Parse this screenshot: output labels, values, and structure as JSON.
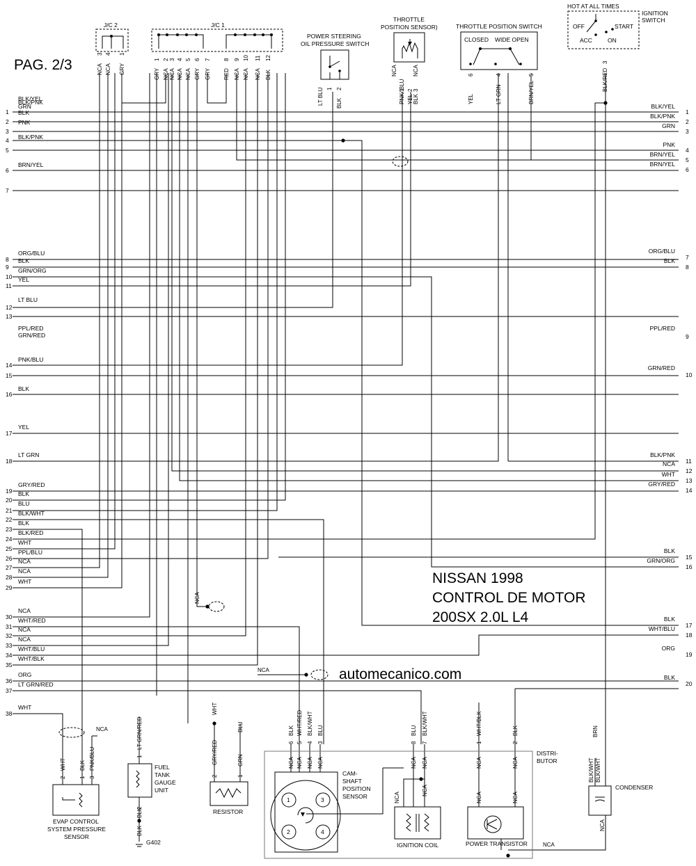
{
  "header": {
    "page_label": "PAG. 2/3",
    "title_lines": [
      "NISSAN 1998",
      "CONTROL DE MOTOR",
      "200SX 2.0L L4"
    ],
    "watermark": "automecanico.com"
  },
  "left_wires": [
    {
      "pin": "1",
      "color": "BLK/YEL"
    },
    {
      "pin": "2",
      "color": "BLK/PNK"
    },
    {
      "pin": "3",
      "color": "GRN"
    },
    {
      "pin": "4",
      "color": "BLK"
    },
    {
      "pin": "5",
      "color": "PNK"
    },
    {
      "pin": "6",
      "color": "BRN/YEL"
    },
    {
      "pin": "7",
      "color": "BLK/PNK"
    },
    {
      "pin": "8",
      "color": "ORG/BLU"
    },
    {
      "pin": "9",
      "color": "BLK"
    },
    {
      "pin": "10",
      "color": "GRN/ORG"
    },
    {
      "pin": "11",
      "color": "YEL"
    },
    {
      "pin": "12",
      "color": "LT BLU"
    },
    {
      "pin": "13",
      "color": "PPL/RED"
    },
    {
      "pin": "14",
      "color": "PNK/BLU"
    },
    {
      "pin": "15",
      "color": "GRN/RED"
    },
    {
      "pin": "16",
      "color": "BLK"
    },
    {
      "pin": "17",
      "color": "YEL"
    },
    {
      "pin": "18",
      "color": "LT GRN"
    },
    {
      "pin": "19",
      "color": "GRY/RED"
    },
    {
      "pin": "20",
      "color": "BLK"
    },
    {
      "pin": "21",
      "color": "BLU"
    },
    {
      "pin": "22",
      "color": "BLK/WHT"
    },
    {
      "pin": "23",
      "color": "BLK"
    },
    {
      "pin": "24",
      "color": "BLK/RED"
    },
    {
      "pin": "25",
      "color": "WHT"
    },
    {
      "pin": "26",
      "color": "PPL/BLU"
    },
    {
      "pin": "27",
      "color": "NCA"
    },
    {
      "pin": "28",
      "color": "NCA"
    },
    {
      "pin": "29",
      "color": "WHT"
    },
    {
      "pin": "30",
      "color": "NCA"
    },
    {
      "pin": "31",
      "color": "WHT/RED"
    },
    {
      "pin": "32",
      "color": "NCA"
    },
    {
      "pin": "33",
      "color": "NCA"
    },
    {
      "pin": "34",
      "color": "WHT/BLU"
    },
    {
      "pin": "35",
      "color": "WHT/BLK"
    },
    {
      "pin": "36",
      "color": "ORG"
    },
    {
      "pin": "37",
      "color": "LT GRN/RED"
    },
    {
      "pin": "38",
      "color": "WHT"
    }
  ],
  "right_wires": [
    {
      "pin": "1",
      "color": "BLK/YEL"
    },
    {
      "pin": "2",
      "color": "BLK/PNK"
    },
    {
      "pin": "3",
      "color": "GRN"
    },
    {
      "pin": "4",
      "color": "PNK"
    },
    {
      "pin": "5",
      "color": "BRN/YEL"
    },
    {
      "pin": "6",
      "color": "BRN/YEL"
    },
    {
      "pin": "7",
      "color": "ORG/BLU"
    },
    {
      "pin": "8",
      "color": "BLK"
    },
    {
      "pin": "9",
      "color": "PPL/RED"
    },
    {
      "pin": "10",
      "color": "GRN/RED"
    },
    {
      "pin": "11",
      "color": "BLK/PNK"
    },
    {
      "pin": "12",
      "color": "NCA"
    },
    {
      "pin": "13",
      "color": "WHT"
    },
    {
      "pin": "14",
      "color": "GRY/RED"
    },
    {
      "pin": "15",
      "color": "BLK"
    },
    {
      "pin": "16",
      "color": "GRN/ORG"
    },
    {
      "pin": "17",
      "color": "BLK"
    },
    {
      "pin": "18",
      "color": "WHT/BLU"
    },
    {
      "pin": "19",
      "color": "ORG"
    },
    {
      "pin": "20",
      "color": "BLK"
    }
  ],
  "components": {
    "jc2": "J/C 2",
    "jc1": "J/C 1",
    "power_steering": [
      "POWER STEERING",
      "OIL PRESSURE SWITCH"
    ],
    "tps_sensor": [
      "THROTTLE",
      "POSITION SENSOR)"
    ],
    "tps_switch": "THROTTLE POSITION SWITCH",
    "tps_closed": "CLOSED",
    "tps_wide": "WIDE OPEN",
    "hot": "HOT AT ALL TIMES",
    "ign": [
      "IGNITION",
      "SWITCH"
    ],
    "ign_off": "OFF",
    "ign_acc": "ACC",
    "ign_start": "START",
    "ign_on": "ON",
    "distributor": [
      "DISTRI-",
      "BUTOR"
    ],
    "cam": [
      "CAM-",
      "SHAFT",
      "POSITION",
      "SENSOR"
    ],
    "ign_coil": "IGNITION COIL",
    "power_transistor": "POWER TRANSISTOR",
    "condenser": "CONDENSER",
    "resistor": "RESISTOR",
    "fuel": [
      "FUEL",
      "TANK",
      "GAUGE",
      "UNIT"
    ],
    "evap": [
      "EVAP CONTROL",
      "SYSTEM PRESSURE",
      "SENSOR"
    ],
    "g402": "G402"
  },
  "connector_labels": {
    "jc2_pins": [
      {
        "pin": "3",
        "color": "NCA"
      },
      {
        "pin": "4",
        "color": "NCA"
      },
      {
        "pin": "1",
        "color": "GRY"
      }
    ],
    "jc1_pins": [
      {
        "pin": "1",
        "color": "GRY"
      },
      {
        "pin": "2",
        "color": "NCA"
      },
      {
        "pin": "3",
        "color": "NCA"
      },
      {
        "pin": "4",
        "color": "NCA"
      },
      {
        "pin": "5",
        "color": "NCA"
      },
      {
        "pin": "6",
        "color": "GRY"
      },
      {
        "pin": "7",
        "color": "GRY"
      },
      {
        "pin": "8",
        "color": "RED"
      },
      {
        "pin": "9",
        "color": "NCA"
      },
      {
        "pin": "10",
        "color": "NCA"
      },
      {
        "pin": "11",
        "color": "NCA"
      },
      {
        "pin": "12",
        "color": "BLK"
      }
    ],
    "ps_pins": [
      {
        "pin": "1",
        "color": "LT BLU"
      },
      {
        "pin": "2",
        "color": "BLK"
      }
    ],
    "tps_pins": [
      {
        "pin": "1",
        "color": "PNK/ BLU"
      },
      {
        "pin": "2",
        "color": "YEL"
      },
      {
        "pin": "3",
        "color": "BLK"
      }
    ],
    "tps_ncas": [
      "NCA",
      "NCA"
    ],
    "sw_pins": [
      {
        "pin": "6",
        "color": "YEL"
      },
      {
        "pin": "4",
        "color": "LT GRN"
      },
      {
        "pin": "5",
        "color": "BRN/YEL"
      }
    ],
    "ign_pin": {
      "pin": "3",
      "color": "BLK/RED"
    },
    "dist_pins": [
      {
        "pin": "6",
        "color": "BLK"
      },
      {
        "pin": "5",
        "color": "WHT/RED"
      },
      {
        "pin": "4",
        "color": "BLK/WHT"
      },
      {
        "pin": "3",
        "color": "BLU"
      },
      {
        "pin": "8",
        "color": "BLU"
      },
      {
        "pin": "7",
        "color": "BLK/WHT"
      },
      {
        "pin": "1",
        "color": "WHT/BLK"
      },
      {
        "pin": "2",
        "color": "BLK"
      }
    ],
    "nca": "NCA",
    "brn": "BRN",
    "blk_wht": "BLK/WHT",
    "blk_wht2": "BLK/WHT",
    "wht": "WHT",
    "blu": "BLU",
    "res_pins": [
      {
        "pin": "2",
        "color": "GRY/RED"
      },
      {
        "pin": "1",
        "color": "GRN"
      }
    ],
    "fuel_top": {
      "pin": "1",
      "color": "LT GRN/RED"
    },
    "fuel_bot": {
      "pin": "2",
      "color": "BLK"
    },
    "fuel_bot2": "BLK",
    "evap_pins": [
      {
        "pin": "2",
        "color": "WHT"
      },
      {
        "pin": "1",
        "color": "BLK"
      },
      {
        "pin": "3",
        "color": "PNK/BLU"
      }
    ]
  }
}
